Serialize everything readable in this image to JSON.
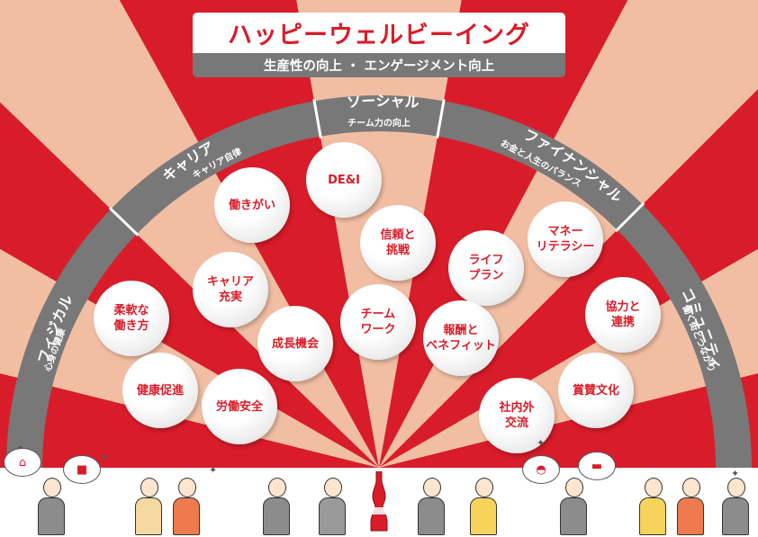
{
  "title": "ハッピーウェルビーイング",
  "subtitle": "生産性の向上 ・ エンゲージメント向上",
  "colors": {
    "red": "#d91c29",
    "peach": "#f2bea3",
    "band": "#787878",
    "white": "#ffffff"
  },
  "categories": [
    {
      "name": "フィジカル",
      "sub": "心身の健康"
    },
    {
      "name": "キャリア",
      "sub": "キャリア自律"
    },
    {
      "name": "ソーシャル",
      "sub": "チーム力の向上"
    },
    {
      "name": "ファイナンシャル",
      "sub": "お金と人生のバランス"
    },
    {
      "name": "コミュニティ",
      "sub": "働く街とつながり"
    }
  ],
  "items": {
    "physical": [
      "柔軟な\n働き方",
      "健康促進",
      "労働安全"
    ],
    "career": [
      "働きがい",
      "キャリア\n充実",
      "成長機会"
    ],
    "social": [
      "DE&I",
      "信頼と\n挑戦",
      "チーム\nワーク"
    ],
    "financial": [
      "ライフ\nプラン",
      "マネー\nリテラシー",
      "報酬と\nベネフィット"
    ],
    "community": [
      "協力と\n連携",
      "賞賛文化",
      "社内外\n交流"
    ]
  },
  "icons": [
    "house-icon",
    "truck-icon",
    "cake-icon",
    "car-icon",
    "cola-bottle-icon",
    "laptop-icon",
    "medal-icon"
  ]
}
